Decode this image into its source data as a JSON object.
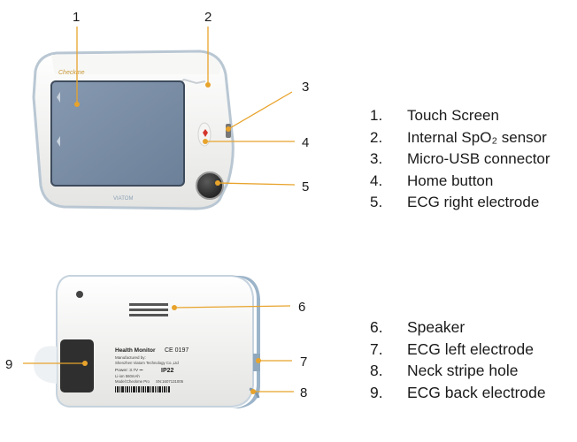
{
  "callouts": [
    "1",
    "2",
    "3",
    "4",
    "5",
    "6",
    "7",
    "8",
    "9"
  ],
  "legend_top": [
    {
      "num": "1.",
      "label": "Touch Screen"
    },
    {
      "num": "2.",
      "label": "Internal SpO₂ sensor"
    },
    {
      "num": "3.",
      "label": "Micro-USB connector"
    },
    {
      "num": "4.",
      "label": "Home button"
    },
    {
      "num": "5.",
      "label": "ECG right electrode"
    }
  ],
  "legend_bottom": [
    {
      "num": "6.",
      "label": "Speaker"
    },
    {
      "num": "7.",
      "label": "ECG left electrode"
    },
    {
      "num": "8.",
      "label": "Neck stripe hole"
    },
    {
      "num": "9.",
      "label": "ECG back electrode"
    }
  ],
  "device_front": {
    "brand": "Checkme",
    "bezel_text": "VIATOM"
  },
  "device_back": {
    "title": "Health Monitor",
    "ce_mark": "CE 0197",
    "manufacturer_label": "Manufactured by:",
    "manufacturer": "Shenzhen Viatom Technology Co.,Ltd",
    "power": "Power: 3.7V ⎓",
    "battery": "Li-ion 560mAh",
    "model": "Model:Checkme Pro",
    "serial": "SN:1607131005",
    "ip_rating": "IP22"
  },
  "colors": {
    "device_body": "#f2f2f0",
    "screen": "#7c8fa6",
    "accent_blue": "#9cb4c9",
    "leader_line": "#e8a32b",
    "electrode": "#333333"
  }
}
